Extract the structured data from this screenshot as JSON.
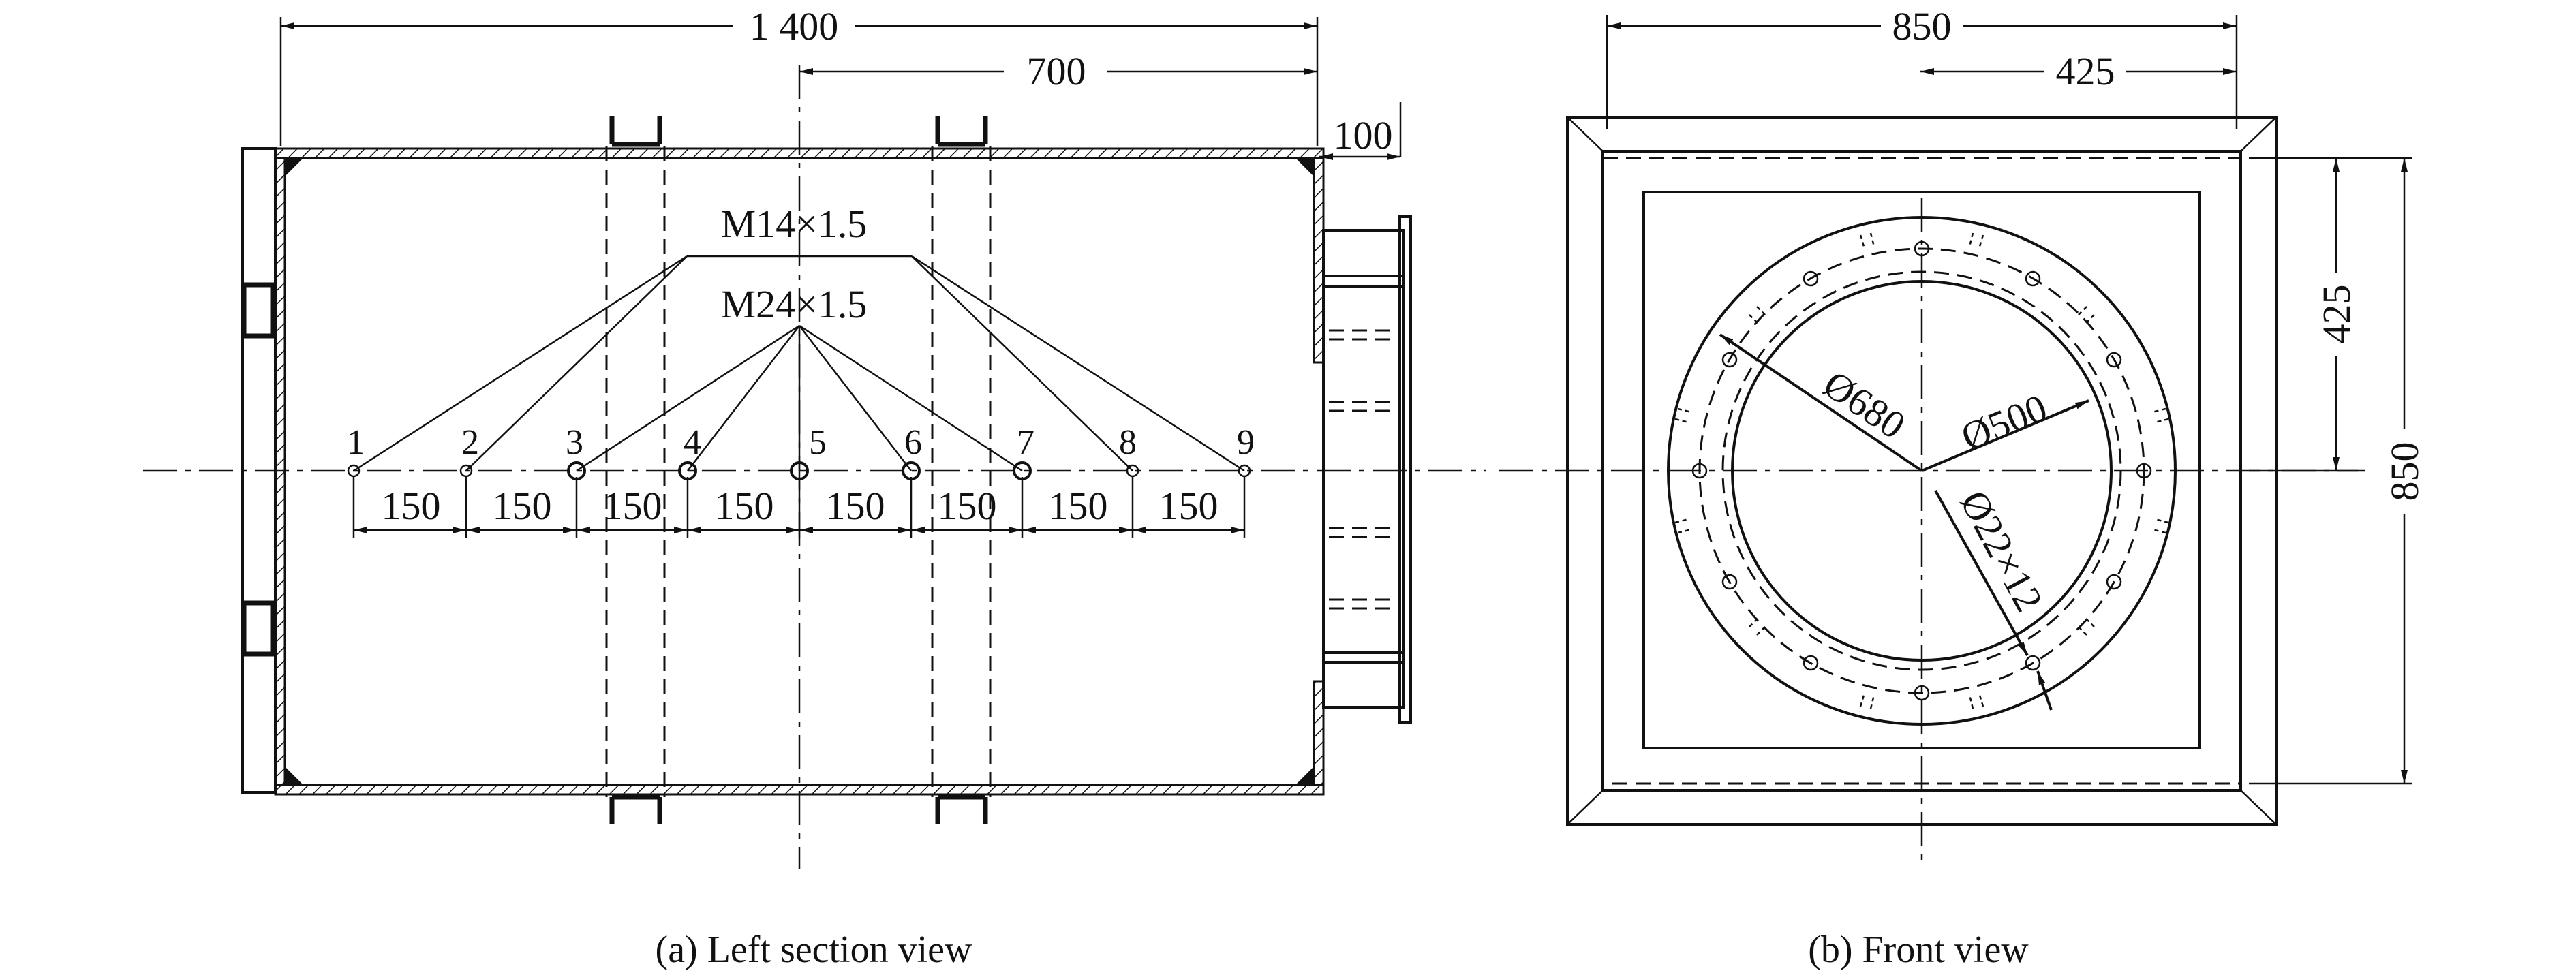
{
  "left_view": {
    "caption": "(a) Left section view",
    "dim_total": "1 400",
    "dim_half": "700",
    "dim_flange": "100",
    "label_m14": "M14×1.5",
    "label_m24": "M24×1.5",
    "points": [
      "1",
      "2",
      "3",
      "4",
      "5",
      "6",
      "7",
      "8",
      "9"
    ],
    "spacings": [
      "150",
      "150",
      "150",
      "150",
      "150",
      "150",
      "150",
      "150"
    ]
  },
  "front_view": {
    "caption": "(b) Front view",
    "dim_width": "850",
    "dim_half_width": "425",
    "dim_height": "850",
    "dim_half_height": "425",
    "d680": "Ø680",
    "d500": "Ø500",
    "holes": "Ø22×12"
  }
}
